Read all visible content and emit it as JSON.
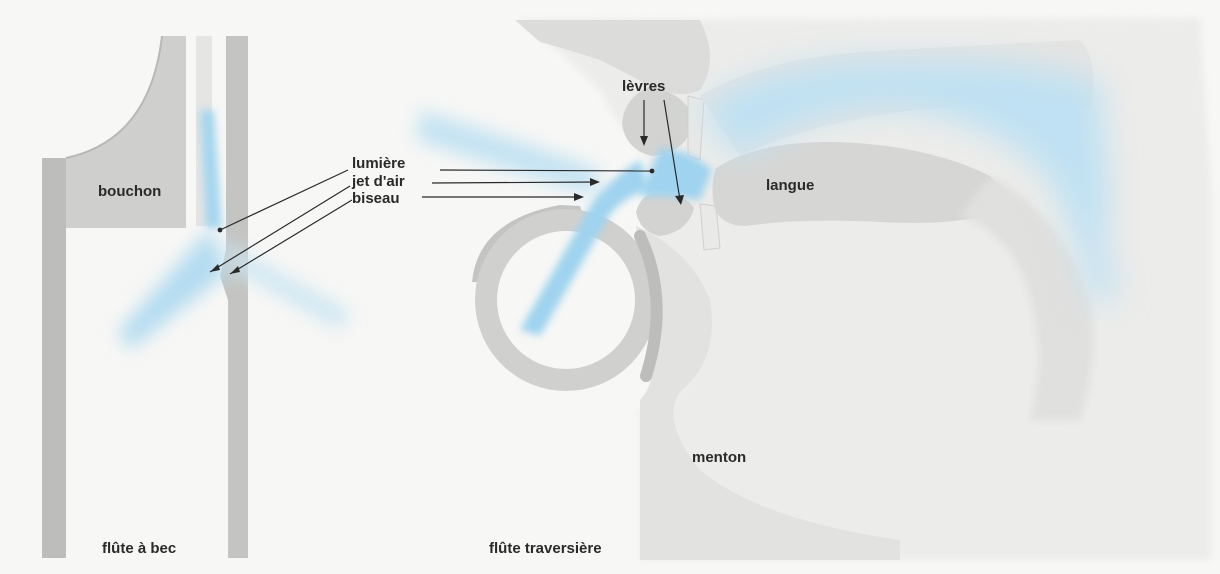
{
  "labels": {
    "bouchon": "bouchon",
    "lumiere": "lumière",
    "jet_air": "jet d'air",
    "biseau": "biseau",
    "levres": "lèvres",
    "langue": "langue",
    "menton": "menton",
    "flute_a_bec": "flûte à bec",
    "flute_traversiere": "flûte traversière"
  },
  "colors": {
    "paper": "#f7f7f5",
    "wood_gray": "#bdbdbb",
    "face_gray": "#d9d9d7",
    "air_blue": "#9fd3ef",
    "line": "#2a2a2a"
  }
}
